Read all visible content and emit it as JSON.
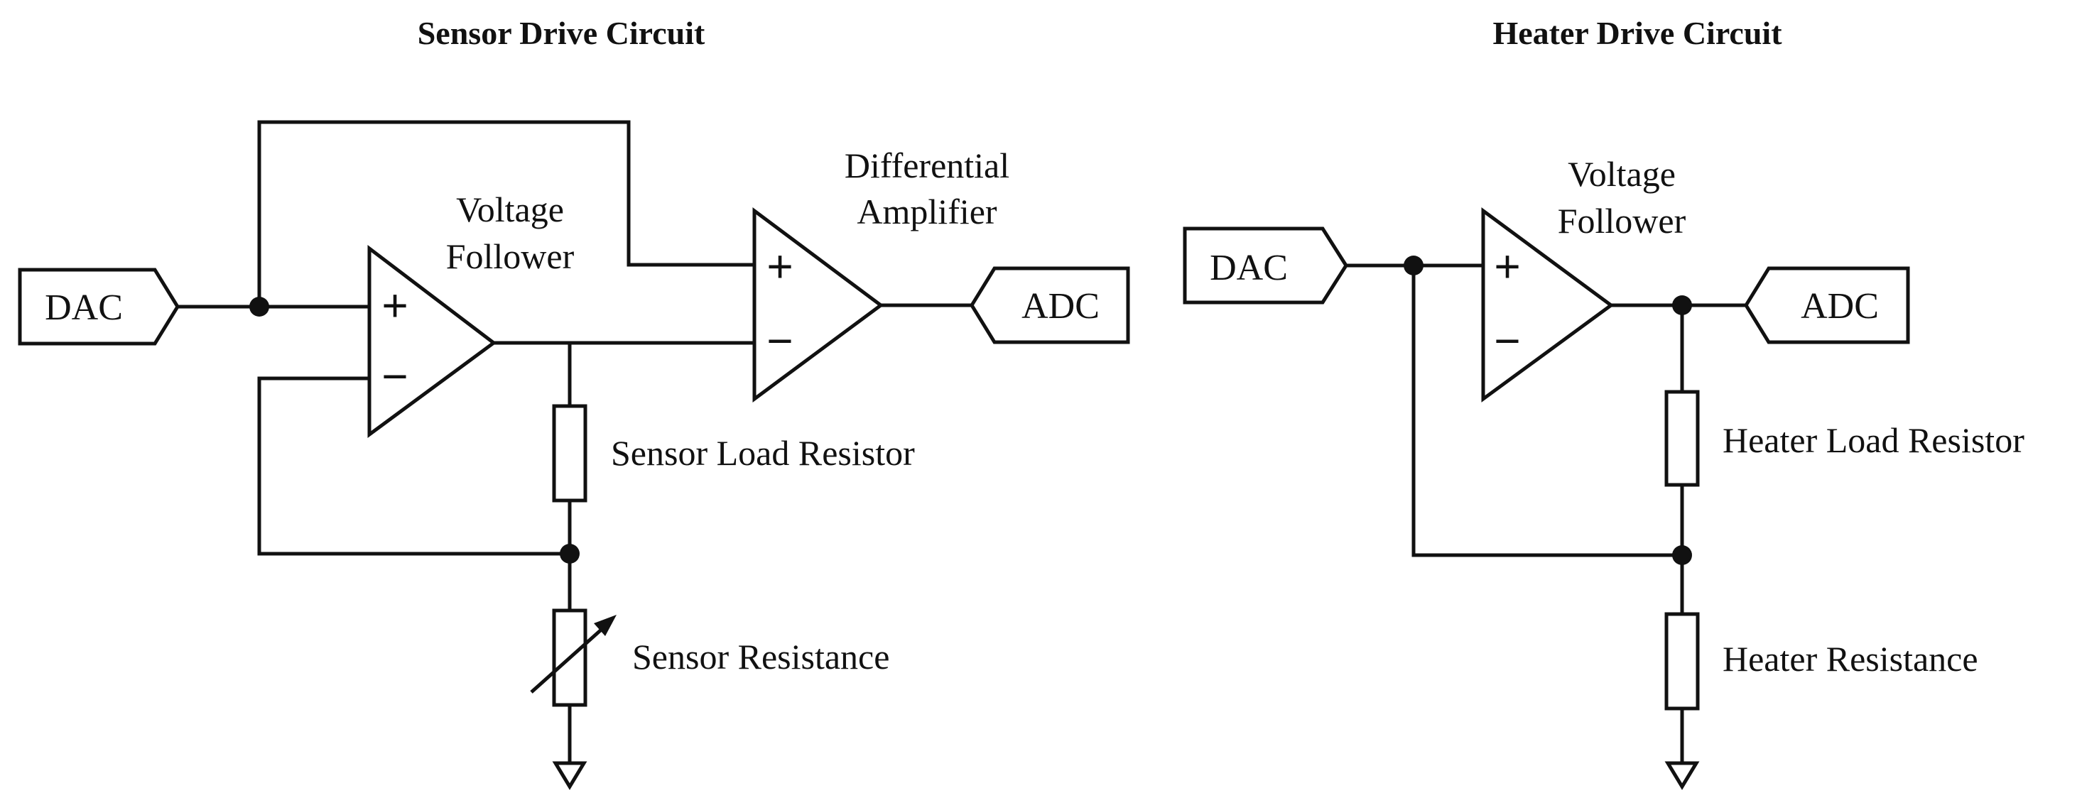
{
  "sensor": {
    "title": "Sensor Drive Circuit",
    "dac": "DAC",
    "adc": "ADC",
    "follower_line1": "Voltage",
    "follower_line2": "Follower",
    "diff_line1": "Differential",
    "diff_line2": "Amplifier",
    "load_resistor": "Sensor Load Resistor",
    "resistance": "Sensor Resistance",
    "plus": "+",
    "minus": "−"
  },
  "heater": {
    "title": "Heater Drive Circuit",
    "dac": "DAC",
    "adc": "ADC",
    "follower_line1": "Voltage",
    "follower_line2": "Follower",
    "load_resistor": "Heater Load Resistor",
    "resistance": "Heater Resistance",
    "plus": "+",
    "minus": "−"
  }
}
